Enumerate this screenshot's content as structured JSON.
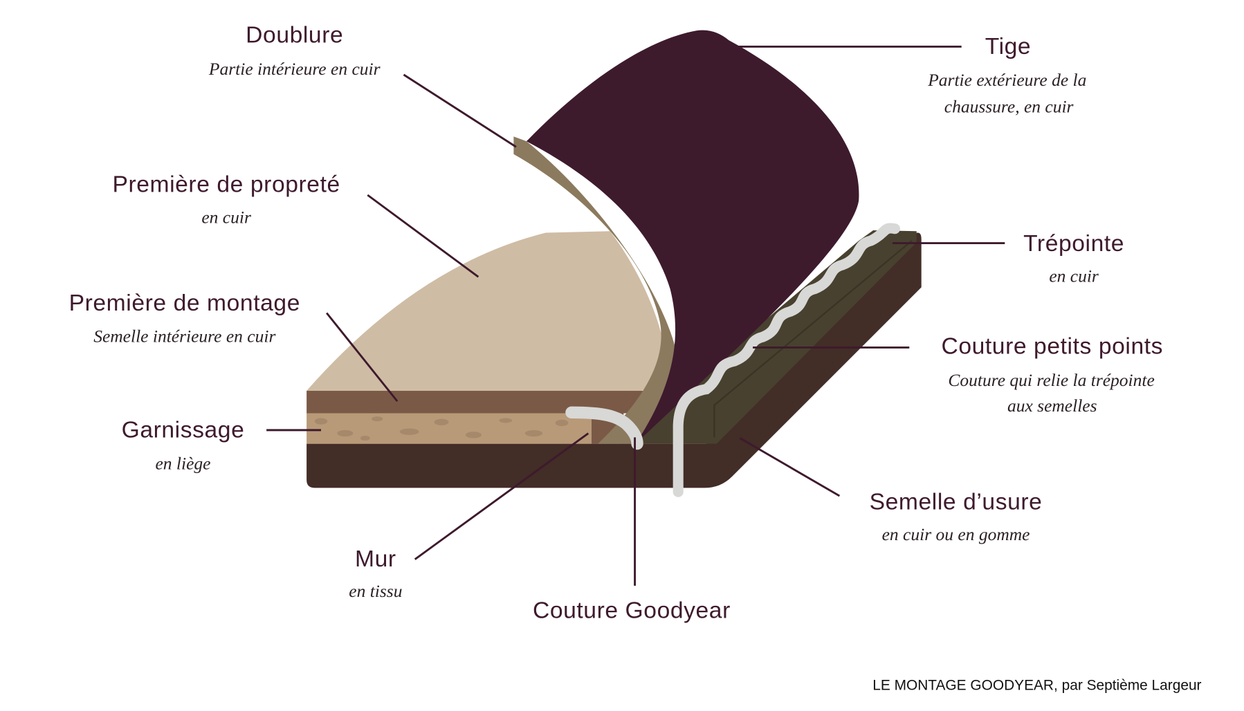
{
  "labels": {
    "doublure": {
      "title": "Doublure",
      "sub": [
        "Partie intérieure en cuir"
      ]
    },
    "tige": {
      "title": "Tige",
      "sub": [
        "Partie extérieure de la",
        "chaussure, en cuir"
      ]
    },
    "premiere_proprete": {
      "title": "Première de propreté",
      "sub": [
        "en cuir"
      ]
    },
    "premiere_montage": {
      "title": "Première de montage",
      "sub": [
        "Semelle intérieure en cuir"
      ]
    },
    "garnissage": {
      "title": "Garnissage",
      "sub": [
        "en liège"
      ]
    },
    "trepointe": {
      "title": "Trépointe",
      "sub": [
        "en cuir"
      ]
    },
    "couture_petits_points": {
      "title": "Couture petits points",
      "sub": [
        "Couture qui relie la trépointe",
        "aux semelles"
      ]
    },
    "semelle_usure": {
      "title": "Semelle d’usure",
      "sub": [
        "en cuir ou en gomme"
      ]
    },
    "mur": {
      "title": "Mur",
      "sub": [
        "en tissu"
      ]
    },
    "couture_goodyear": {
      "title": "Couture Goodyear"
    }
  },
  "footer": "LE MONTAGE GOODYEAR, par Septième Largeur",
  "colors": {
    "tige": "#3e1a2d",
    "doublure": "#8b7a5e",
    "premiere_proprete": "#cfbca4",
    "premiere_montage": "#7a5a46",
    "garnissage": "#b89a78",
    "semelle": "#422d27",
    "trepointe": "#48412f",
    "stitch": "#d8d8d6",
    "text": "#3e1a2d"
  }
}
